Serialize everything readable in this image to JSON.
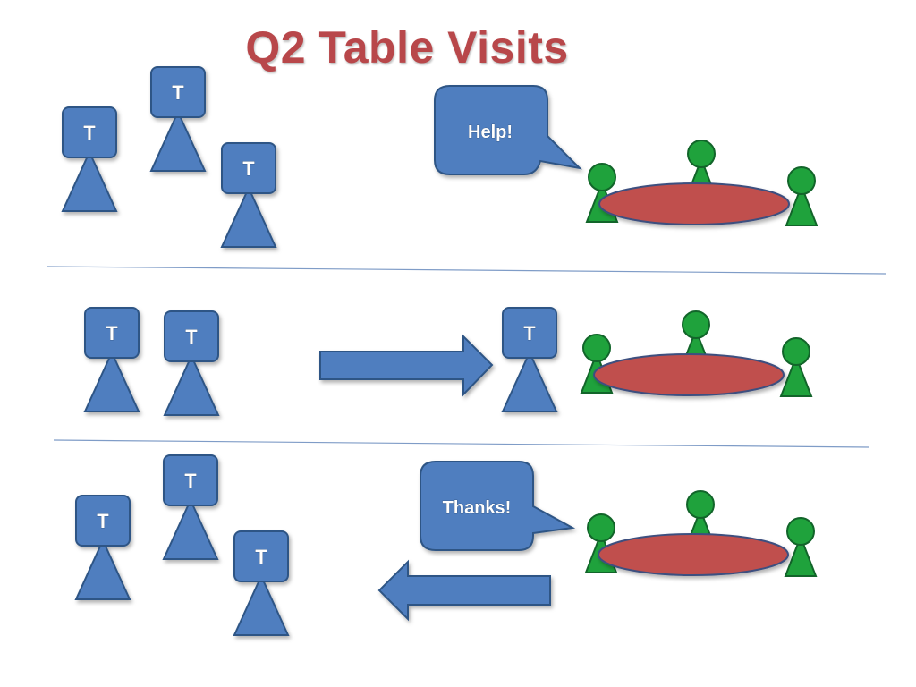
{
  "title": "Q2 Table Visits",
  "bubbles": {
    "help": "Help!",
    "thanks": "Thanks!"
  },
  "teacher_label": "T",
  "colors": {
    "teacher": "#4f7ebf",
    "teacher_stroke": "#2e5585",
    "student": "#1fa23c",
    "student_stroke": "#12652a",
    "table": "#c0504d",
    "table_stroke": "#3d4f7f",
    "divider": "#7f9cc7",
    "title": "#b8474a"
  }
}
